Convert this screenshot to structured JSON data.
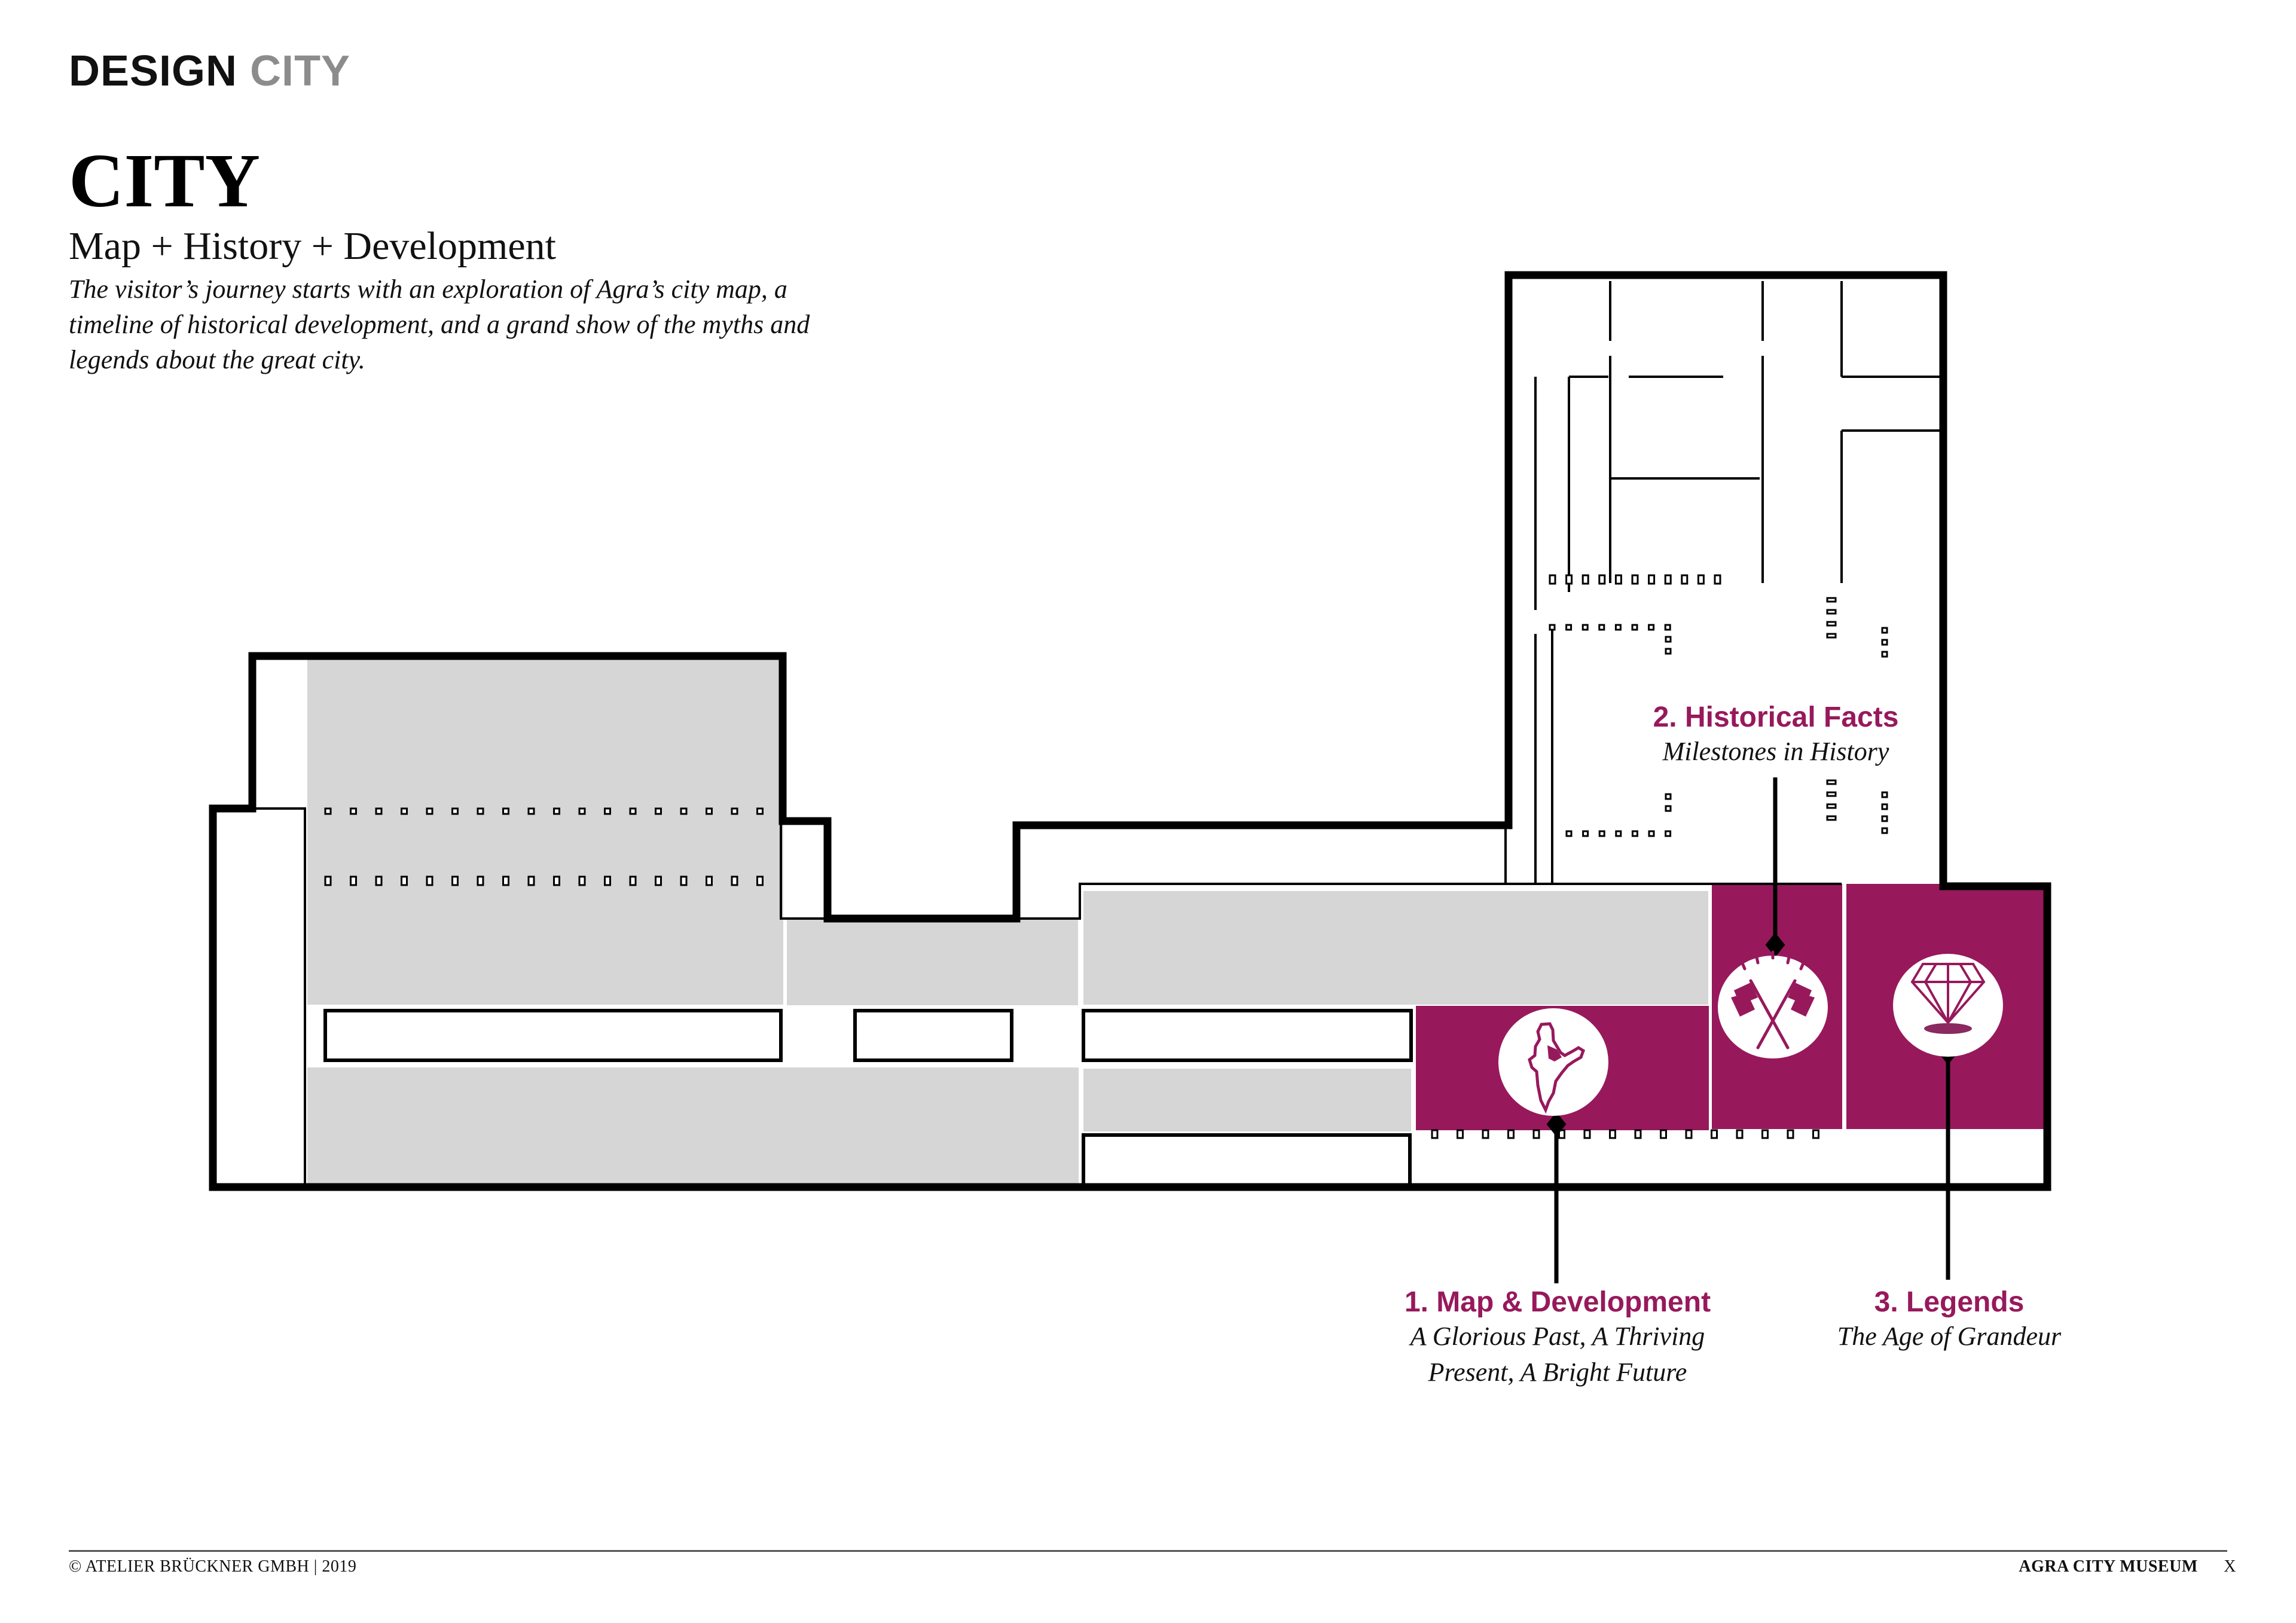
{
  "header": {
    "brand_primary": "DESIGN",
    "brand_secondary": "CITY"
  },
  "intro": {
    "title": "CITY",
    "subtitle": "Map + History + Development",
    "description": "The visitor’s journey starts with an exploration of Agra’s city map, a timeline of historical development, and a grand show of the myths and legends about the great city."
  },
  "colors": {
    "accent": "#97195c",
    "gallery_fill": "#d6d6d6",
    "wall": "#000000"
  },
  "zones": [
    {
      "number": "1.",
      "name": "Map & Development",
      "heading": "1. Map & Development",
      "subtitle_lines": [
        "A Glorious Past, A Thriving",
        "Present, A Bright Future"
      ],
      "icon": "india-map-icon"
    },
    {
      "number": "2.",
      "name": "Historical Facts",
      "heading": "2. Historical Facts",
      "subtitle_lines": [
        "Milestones in History"
      ],
      "icon": "crossed-flags-icon"
    },
    {
      "number": "3.",
      "name": "Legends",
      "heading": "3. Legends",
      "subtitle_lines": [
        "The Age of Grandeur"
      ],
      "icon": "diamond-icon"
    }
  ],
  "footer": {
    "copyright": "© ATELIER BRÜCKNER GMBH | 2019",
    "project": "AGRA CITY MUSEUM",
    "page": "X"
  }
}
